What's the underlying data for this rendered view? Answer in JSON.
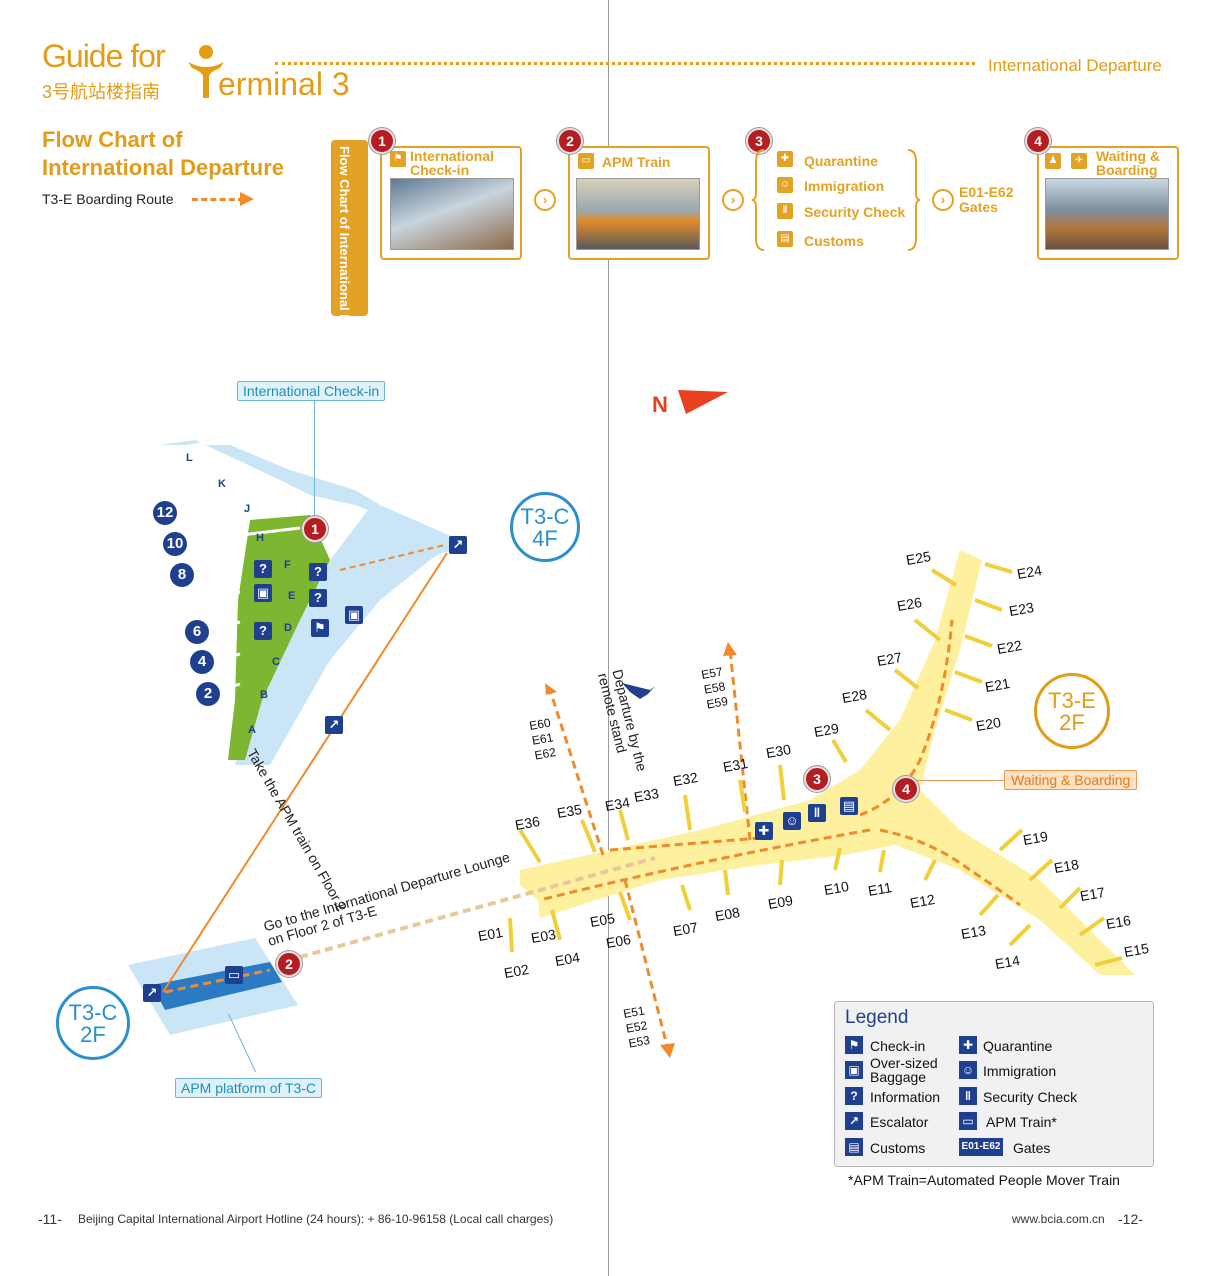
{
  "header": {
    "guide_for": "Guide for",
    "cn_title": "3号航站楼指南",
    "terminal_rest": "erminal 3",
    "section": "International Departure"
  },
  "flow": {
    "title_line1": "Flow Chart of",
    "title_line2": "International Departure",
    "route_label": "T3-E Boarding Route",
    "vertical_tab": "Flow Chart of International Departure",
    "steps": [
      {
        "num": "1",
        "label_line1": "International",
        "label_line2": "Check-in"
      },
      {
        "num": "2",
        "label_line1": "APM Train"
      },
      {
        "num": "3",
        "items": [
          "Quarantine",
          "Immigration",
          "Security Check",
          "Customs"
        ]
      },
      {
        "num": "4",
        "label_line1": "Waiting &",
        "label_line2": "Boarding"
      }
    ],
    "gates_line1": "E01-E62",
    "gates_line2": "Gates"
  },
  "map": {
    "north": "N",
    "callout_checkin": "International Check-in",
    "callout_waiting": "Waiting & Boarding",
    "callout_apm": "APM platform of T3-C",
    "t3c_4f_line1": "T3-C",
    "t3c_4f_line2": "4F",
    "t3c_2f_line1": "T3-C",
    "t3c_2f_line2": "2F",
    "t3e_line1": "T3-E",
    "t3e_line2": "2F",
    "take_apm": "Take the APM train on Floor 2",
    "go_to_line1": "Go to the International Departure Lounge",
    "go_to_line2": "on Floor 2 of T3-E",
    "remote_stand": "Departure by the remote stand",
    "remote_gates_a": [
      "E60",
      "E61",
      "E62"
    ],
    "remote_gates_b": [
      "E57",
      "E58",
      "E59"
    ],
    "remote_gates_c": [
      "E51",
      "E52",
      "E53"
    ],
    "pier_numbers": [
      "12",
      "10",
      "8",
      "6",
      "4",
      "2"
    ],
    "rows": [
      "L",
      "K",
      "J",
      "H",
      "F",
      "E",
      "D",
      "C",
      "B",
      "A"
    ],
    "pins": [
      "1",
      "2",
      "3",
      "4"
    ],
    "gates": {
      "E01": "E01",
      "E02": "E02",
      "E03": "E03",
      "E04": "E04",
      "E05": "E05",
      "E06": "E06",
      "E07": "E07",
      "E08": "E08",
      "E09": "E09",
      "E10": "E10",
      "E11": "E11",
      "E12": "E12",
      "E13": "E13",
      "E14": "E14",
      "E15": "E15",
      "E16": "E16",
      "E17": "E17",
      "E18": "E18",
      "E19": "E19",
      "E20": "E20",
      "E21": "E21",
      "E22": "E22",
      "E23": "E23",
      "E24": "E24",
      "E25": "E25",
      "E26": "E26",
      "E27": "E27",
      "E28": "E28",
      "E29": "E29",
      "E30": "E30",
      "E31": "E31",
      "E32": "E32",
      "E33": "E33",
      "E34": "E34",
      "E35": "E35",
      "E36": "E36"
    }
  },
  "legend": {
    "title": "Legend",
    "checkin": "Check-in",
    "oversized_line1": "Over-sized",
    "oversized_line2": "Baggage",
    "information": "Information",
    "escalator": "Escalator",
    "customs": "Customs",
    "quarantine": "Quarantine",
    "immigration": "Immigration",
    "security": "Security Check",
    "apm": "APM Train*",
    "gates_badge": "E01-E62",
    "gates": "Gates",
    "footnote": "*APM Train=Automated People Mover Train"
  },
  "footer": {
    "page_left": "-11-",
    "hotline": "Beijing Capital International Airport Hotline (24 hours): + 86-10-96158 (Local call charges)",
    "website": "www.bcia.com.cn",
    "page_right": "-12-"
  }
}
